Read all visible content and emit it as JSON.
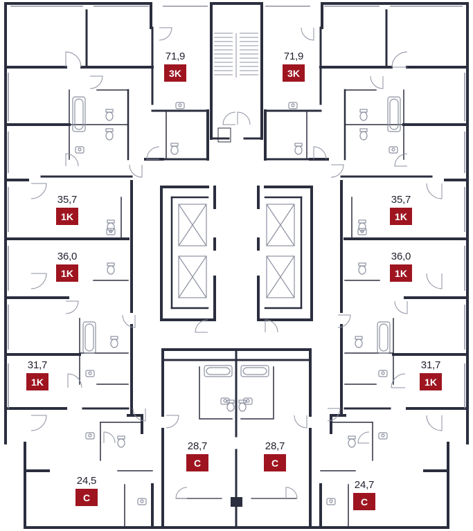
{
  "floor_plan": {
    "colors": {
      "wall": "#2b2e3e",
      "badge_bg": "#9e1520",
      "badge_text": "#ffffff",
      "text": "#1e1f2b",
      "background": "#ffffff"
    },
    "units": [
      {
        "id": "3k-left",
        "area": "71,9",
        "type": "3K"
      },
      {
        "id": "3k-right",
        "area": "71,9",
        "type": "3K"
      },
      {
        "id": "1k-left-1",
        "area": "35,7",
        "type": "1K"
      },
      {
        "id": "1k-right-1",
        "area": "35,7",
        "type": "1K"
      },
      {
        "id": "1k-left-2",
        "area": "36,0",
        "type": "1K"
      },
      {
        "id": "1k-right-2",
        "area": "36,0",
        "type": "1K"
      },
      {
        "id": "1k-left-3",
        "area": "31,7",
        "type": "1K"
      },
      {
        "id": "1k-right-3",
        "area": "31,7",
        "type": "1K"
      },
      {
        "id": "c-mid-left",
        "area": "28,7",
        "type": "C"
      },
      {
        "id": "c-mid-right",
        "area": "28,7",
        "type": "C"
      },
      {
        "id": "c-left",
        "area": "24,5",
        "type": "C"
      },
      {
        "id": "c-right",
        "area": "24,7",
        "type": "C"
      }
    ],
    "icons": [
      "stair-icon",
      "elevator-icon",
      "bathtub-icon",
      "toilet-icon",
      "sink-icon",
      "door-swing-icon"
    ]
  }
}
